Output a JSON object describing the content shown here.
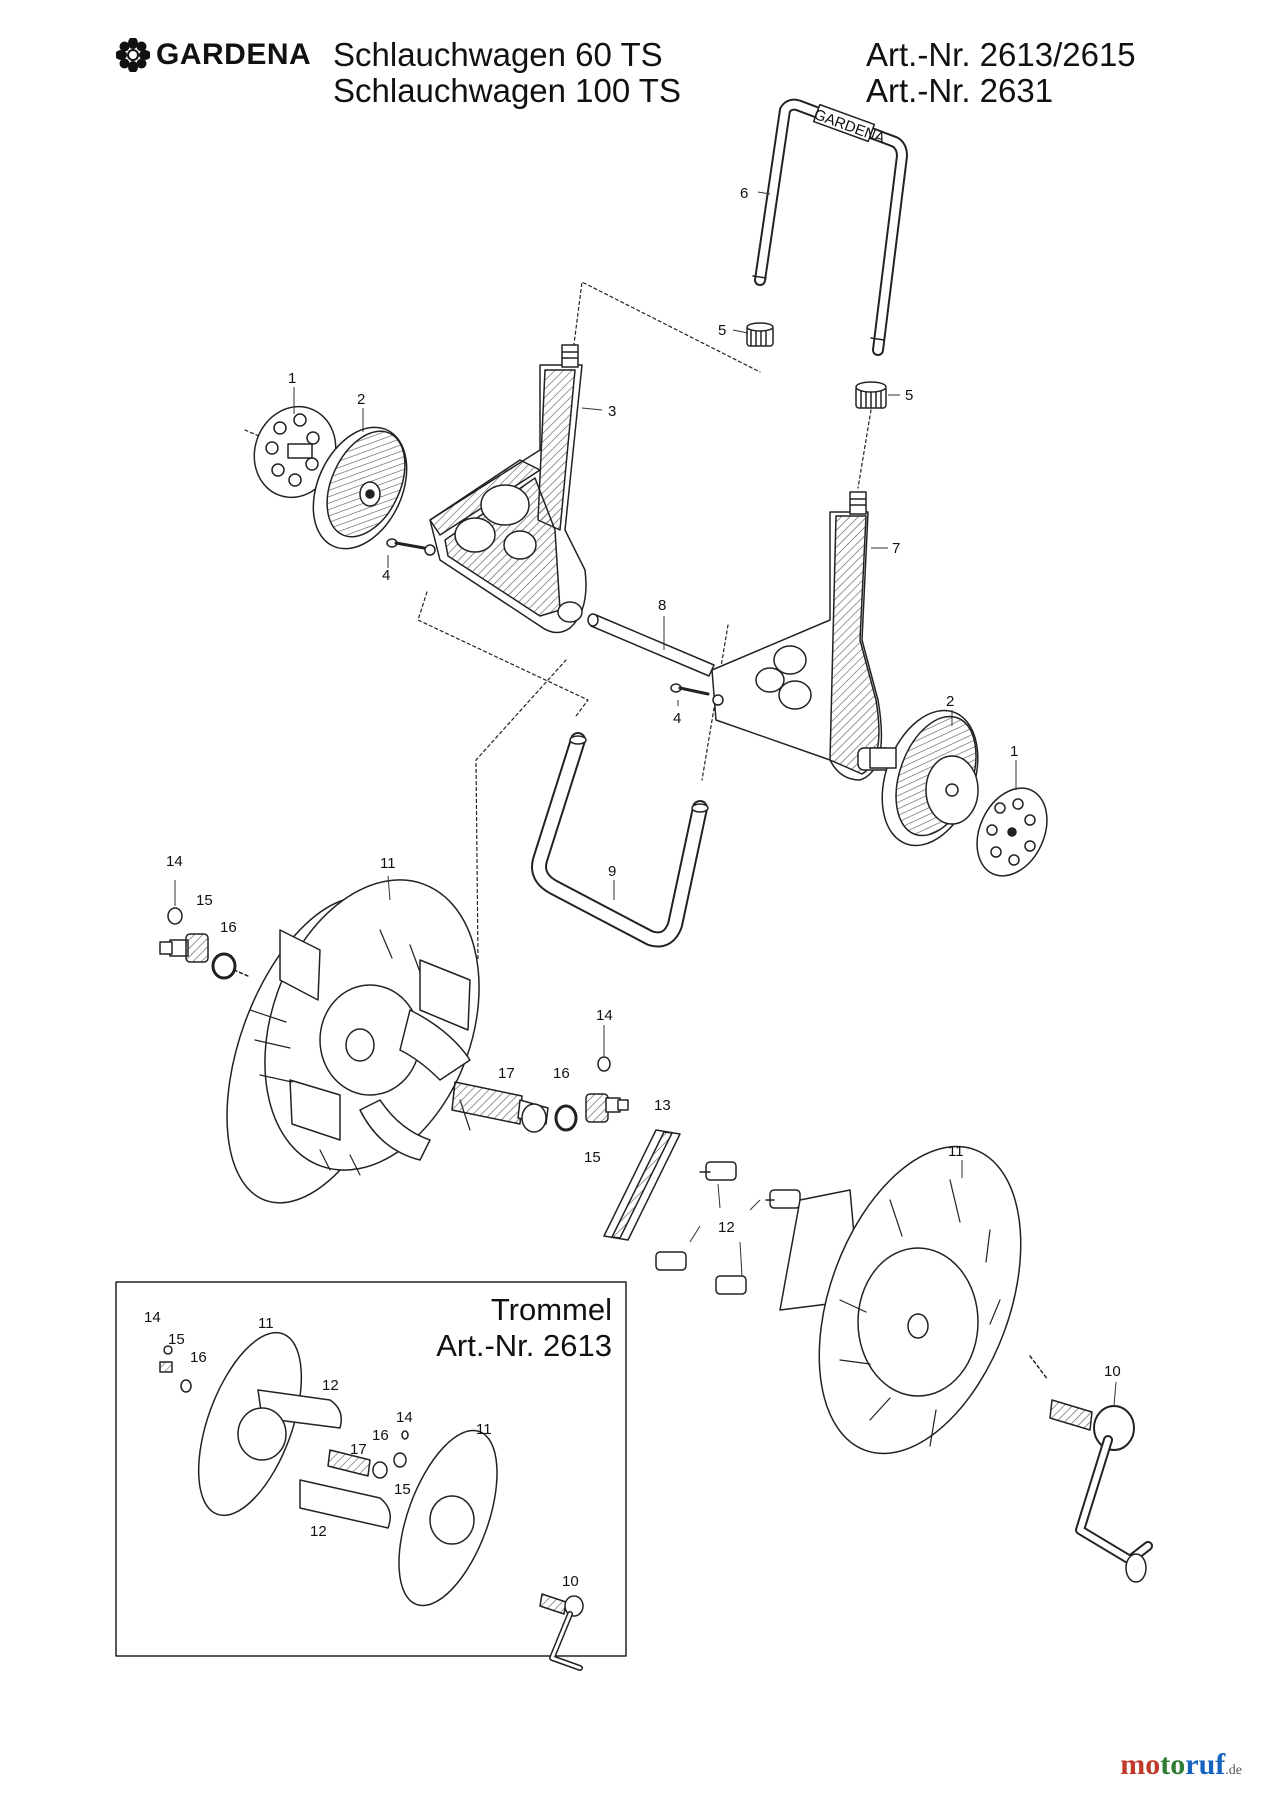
{
  "header": {
    "brand": "GARDENA",
    "models": [
      "Schlauchwagen 60 TS",
      "Schlauchwagen 100 TS"
    ],
    "articles": [
      "Art.-Nr. 2613/2615",
      "Art.-Nr. 2631"
    ]
  },
  "handle_print": "GARDENA",
  "inset": {
    "title": "Trommel",
    "article": "Art.-Nr. 2613"
  },
  "parts": {
    "p1a": "1",
    "p2a": "2",
    "p3": "3",
    "p4a": "4",
    "p5a": "5",
    "p5b": "5",
    "p6": "6",
    "p7": "7",
    "p8": "8",
    "p4b": "4",
    "p2b": "2",
    "p1b": "1",
    "p9": "9",
    "p14a": "14",
    "p15a": "15",
    "p16a": "16",
    "p11a": "11",
    "p17a": "17",
    "p16b": "16",
    "p14b": "14",
    "p15b": "15",
    "p13": "13",
    "p11b": "11",
    "p12a": "12",
    "p10a": "10"
  },
  "inset_parts": {
    "i14a": "14",
    "i15a": "15",
    "i16a": "16",
    "i11a": "11",
    "i12a": "12",
    "i17": "17",
    "i16b": "16",
    "i14b": "14",
    "i15b": "15",
    "i11b": "11",
    "i12b": "12",
    "i10": "10"
  },
  "footer": {
    "part1": "mo",
    "part2": "to",
    "part3": "ruf",
    "tld": ".de"
  }
}
